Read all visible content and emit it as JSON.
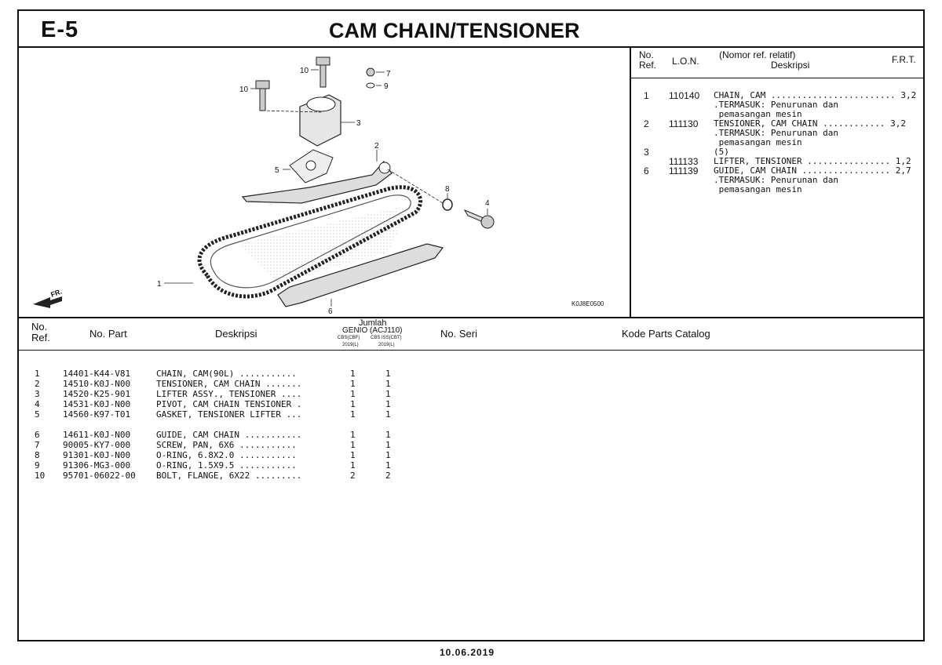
{
  "header": {
    "code": "E-5",
    "title": "CAM CHAIN/TENSIONER"
  },
  "diagram": {
    "code": "K0J8E0500",
    "fr_label": "FR.",
    "callouts": [
      "1",
      "2",
      "3",
      "4",
      "5",
      "6",
      "7",
      "8",
      "9",
      "10",
      "10"
    ]
  },
  "lon_table": {
    "headers": {
      "no_ref": "No.\nRef.",
      "lon": "L.O.N.",
      "nomor": "(Nomor ref. relatif)",
      "deskripsi": "Deskripsi",
      "frt": "F.R.T."
    },
    "rows": [
      {
        "no": "1",
        "lon": "110140",
        "desc": "CHAIN, CAM ........................ 3,2"
      },
      {
        "no": "",
        "lon": "",
        "desc": ".TERMASUK: Penurunan dan"
      },
      {
        "no": "",
        "lon": "",
        "desc": " pemasangan mesin"
      },
      {
        "no": "2",
        "lon": "111130",
        "desc": "TENSIONER, CAM CHAIN ............ 3,2"
      },
      {
        "no": "",
        "lon": "",
        "desc": ".TERMASUK: Penurunan dan"
      },
      {
        "no": "",
        "lon": "",
        "desc": " pemasangan mesin"
      },
      {
        "no": "3",
        "lon": "",
        "desc": "(5)"
      },
      {
        "no": "",
        "lon": "111133",
        "desc": "LIFTER, TENSIONER ................ 1,2"
      },
      {
        "no": "6",
        "lon": "111139",
        "desc": "GUIDE, CAM CHAIN ................. 2,7"
      },
      {
        "no": "",
        "lon": "",
        "desc": ".TERMASUK: Penurunan dan"
      },
      {
        "no": "",
        "lon": "",
        "desc": " pemasangan mesin"
      }
    ]
  },
  "parts_table": {
    "headers": {
      "no_ref": "No.\nRef.",
      "no_part": "No. Part",
      "deskripsi": "Deskripsi",
      "jumlah": "Jumlah",
      "model": "GENIO (ACJ110)",
      "col1": "CBS(CBF)",
      "col2": "CBS ISS(CBT)",
      "year1": "2019(L)",
      "year2": "2019(L)",
      "no_seri": "No. Seri",
      "kode": "Kode Parts Catalog"
    },
    "rows": [
      {
        "ref": "1",
        "part": "14401-K44-V81",
        "desc": "CHAIN, CAM(90L) ...........",
        "q1": "1",
        "q2": "1"
      },
      {
        "ref": "2",
        "part": "14510-K0J-N00",
        "desc": "TENSIONER, CAM CHAIN .......",
        "q1": "1",
        "q2": "1"
      },
      {
        "ref": "3",
        "part": "14520-K25-901",
        "desc": "LIFTER ASSY., TENSIONER ....",
        "q1": "1",
        "q2": "1"
      },
      {
        "ref": "4",
        "part": "14531-K0J-N00",
        "desc": "PIVOT, CAM CHAIN TENSIONER .",
        "q1": "1",
        "q2": "1"
      },
      {
        "ref": "5",
        "part": "14560-K97-T01",
        "desc": "GASKET, TENSIONER LIFTER ...",
        "q1": "1",
        "q2": "1"
      },
      {
        "ref": "6",
        "part": "14611-K0J-N00",
        "desc": "GUIDE, CAM CHAIN ...........",
        "q1": "1",
        "q2": "1"
      },
      {
        "ref": "7",
        "part": "90005-KY7-000",
        "desc": "SCREW, PAN, 6X6 ...........",
        "q1": "1",
        "q2": "1"
      },
      {
        "ref": "8",
        "part": "91301-K0J-N00",
        "desc": "O-RING, 6.8X2.0 ...........",
        "q1": "1",
        "q2": "1"
      },
      {
        "ref": "9",
        "part": "91306-MG3-000",
        "desc": "O-RING, 1.5X9.5 ...........",
        "q1": "1",
        "q2": "1"
      },
      {
        "ref": "10",
        "part": "95701-06022-00",
        "desc": "BOLT, FLANGE, 6X22 .........",
        "q1": "2",
        "q2": "2"
      }
    ]
  },
  "footer": {
    "date": "10.06.2019"
  }
}
